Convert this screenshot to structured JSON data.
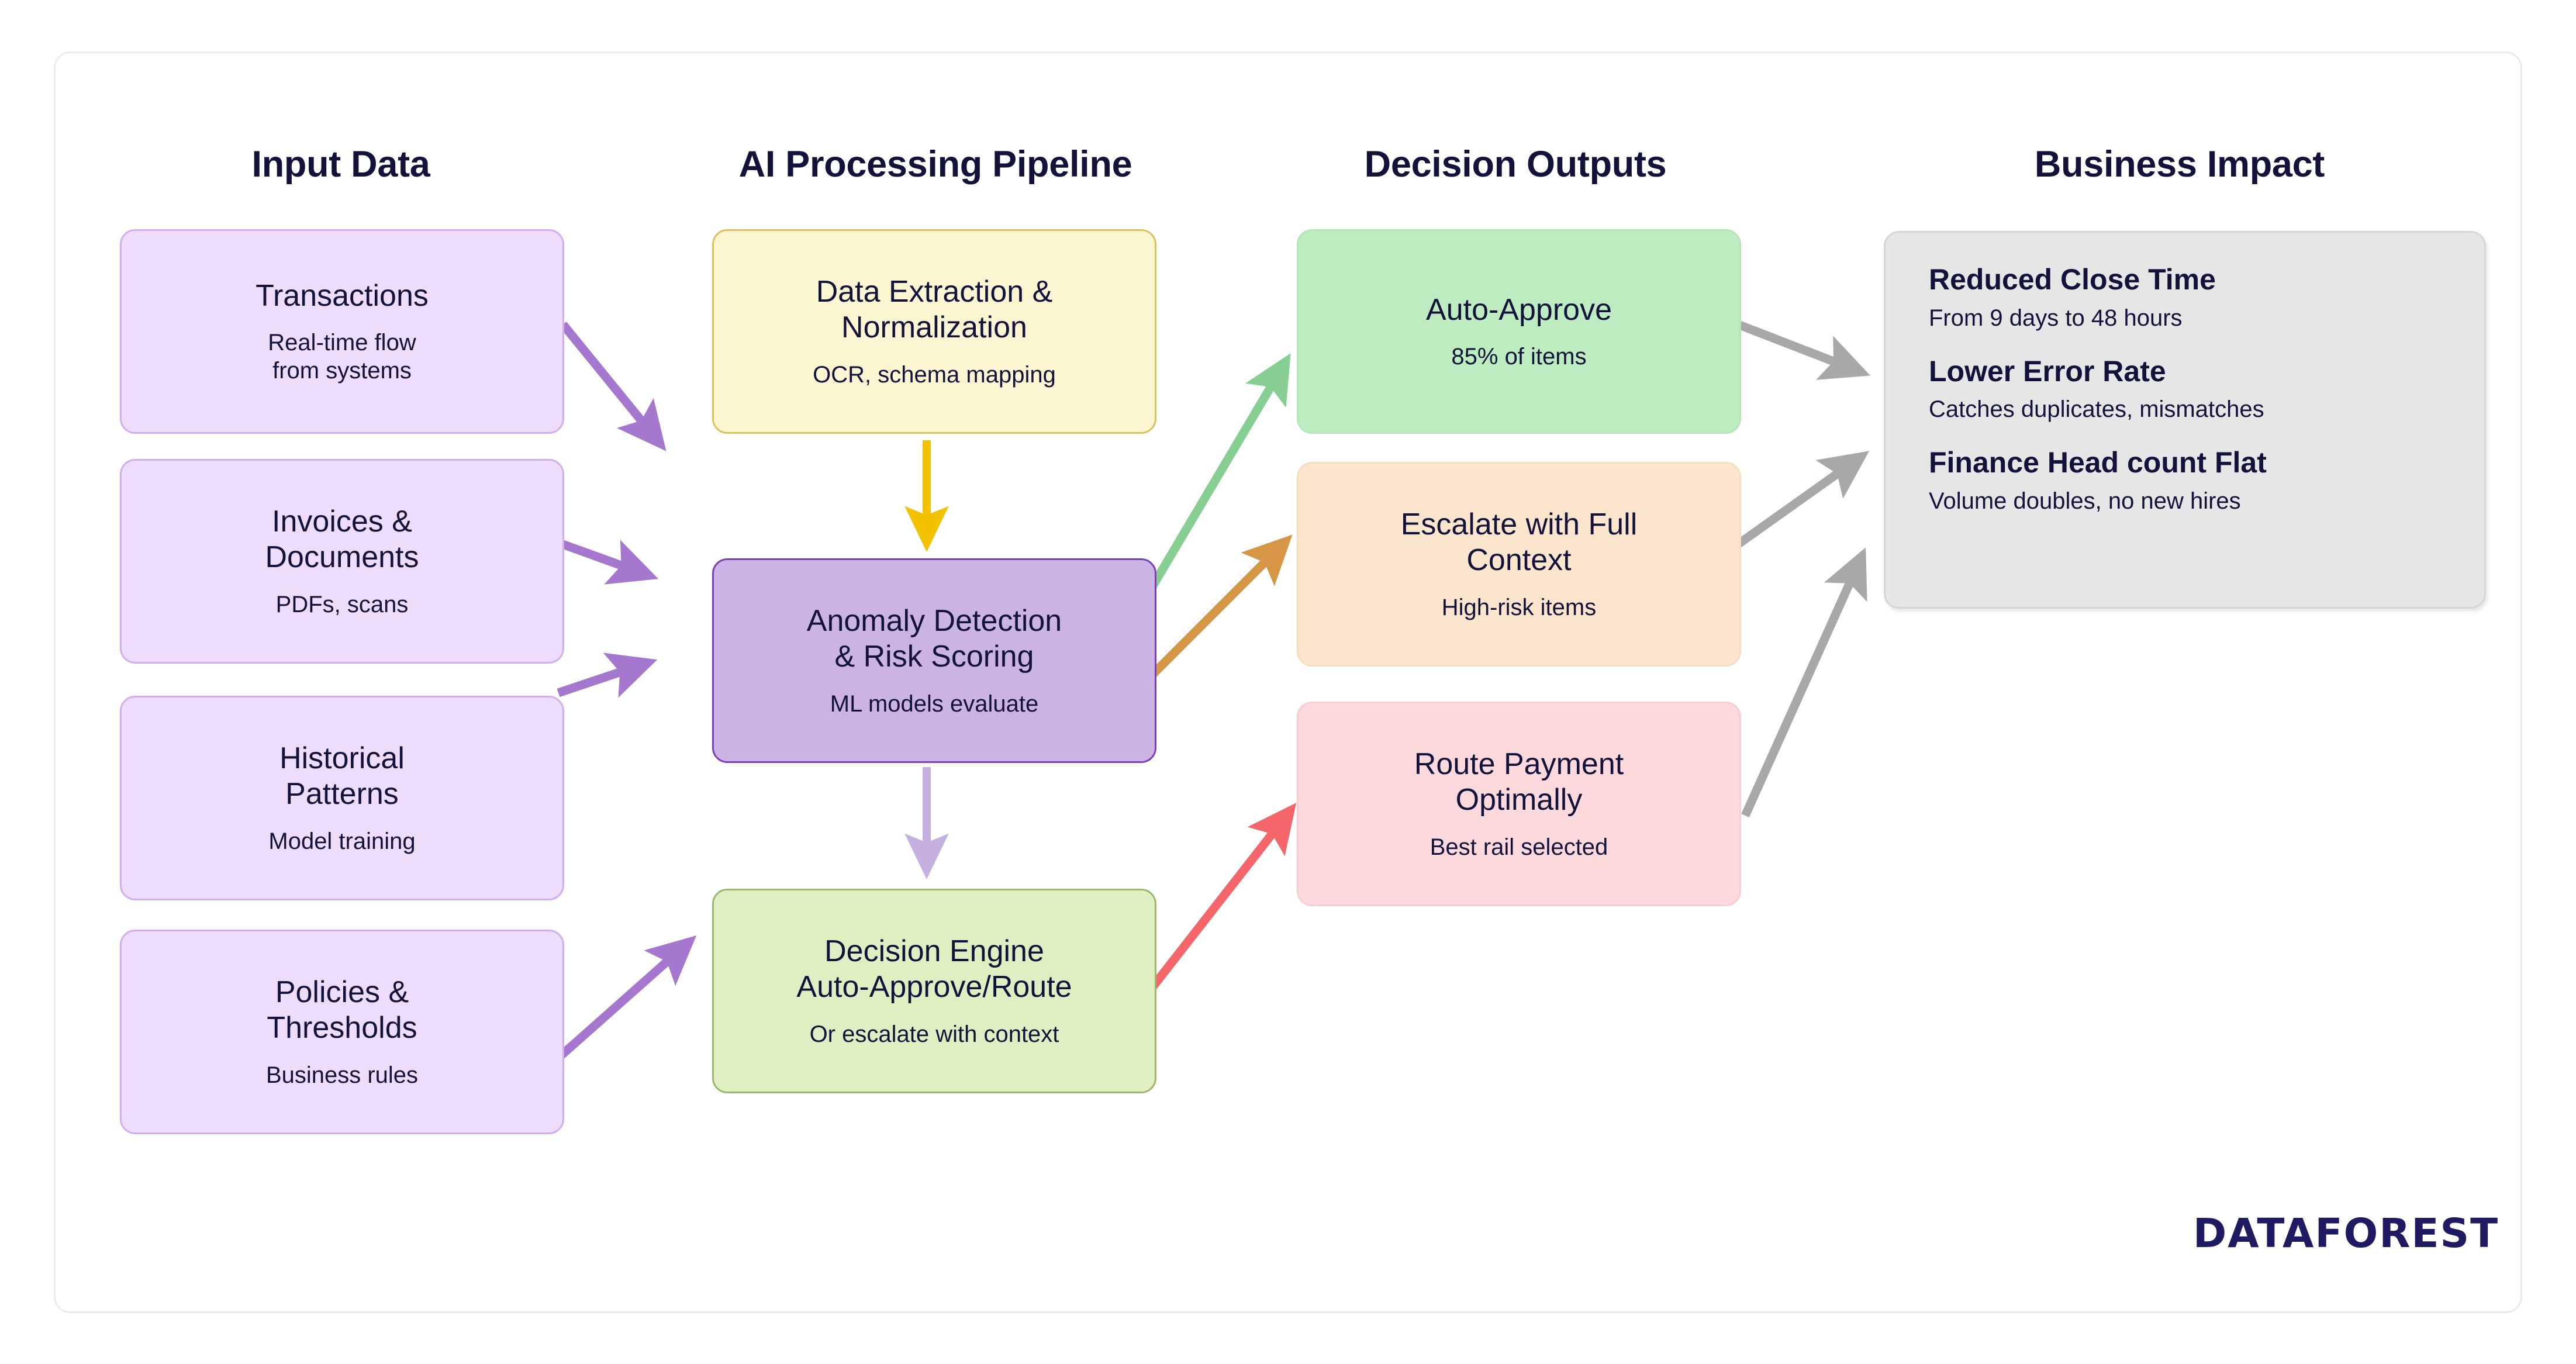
{
  "columns": [
    {
      "id": "input",
      "title": "Input Data"
    },
    {
      "id": "pipeline",
      "title": "AI Processing Pipeline"
    },
    {
      "id": "outputs",
      "title": "Decision Outputs"
    },
    {
      "id": "impact",
      "title": "Business Impact"
    }
  ],
  "input_cards": [
    {
      "title": "Transactions",
      "subtitle": "Real-time flow\nfrom systems"
    },
    {
      "title": "Invoices &\nDocuments",
      "subtitle": "PDFs, scans"
    },
    {
      "title": "Historical\nPatterns",
      "subtitle": "Model training"
    },
    {
      "title": "Policies &\nThresholds",
      "subtitle": "Business rules"
    }
  ],
  "pipeline_cards": [
    {
      "title": "Data Extraction &\nNormalization",
      "subtitle": "OCR, schema mapping"
    },
    {
      "title": "Anomaly Detection\n& Risk Scoring",
      "subtitle": "ML models evaluate"
    },
    {
      "title": "Decision Engine\nAuto-Approve/Route",
      "subtitle": "Or escalate with context"
    }
  ],
  "output_cards": [
    {
      "title": "Auto-Approve",
      "subtitle": "85% of items"
    },
    {
      "title": "Escalate with Full\nContext",
      "subtitle": "High-risk items"
    },
    {
      "title": "Route Payment\nOptimally",
      "subtitle": "Best rail selected"
    }
  ],
  "impact_items": [
    {
      "heading": "Reduced Close Time",
      "detail": "From 9 days to 48 hours"
    },
    {
      "heading": "Lower Error Rate",
      "detail": "Catches duplicates, mismatches"
    },
    {
      "heading": "Finance Head count Flat",
      "detail": "Volume doubles, no new hires"
    }
  ],
  "logo": {
    "wordmark": "DATAFOREST",
    "icon": "tree-network-icon"
  },
  "colors": {
    "heading_text": "#13123b",
    "input_fill": "#eedcfb",
    "input_stroke": "#d2aef0",
    "yellow_fill": "#fbf5d2",
    "yellow_stroke": "#ddc15b",
    "purple_fill": "#ccb3e6",
    "purple_stroke": "#7b3fb8",
    "lightgreen_fill": "#e0efc2",
    "lightgreen_stroke": "#9bb86c",
    "green_fill": "#bdecc0",
    "peach_fill": "#fbe6cd",
    "pink_fill": "#fbd9dd",
    "impact_fill": "#e6e6e6",
    "arrow_purple": "#a577cf",
    "arrow_gold": "#f2c200",
    "arrow_lilac": "#c5b0e0",
    "arrow_green": "#86ce91",
    "arrow_orange": "#d79646",
    "arrow_red": "#f4666a",
    "arrow_gray": "#a8a8a8",
    "logo_navy": "#1f1b63"
  }
}
